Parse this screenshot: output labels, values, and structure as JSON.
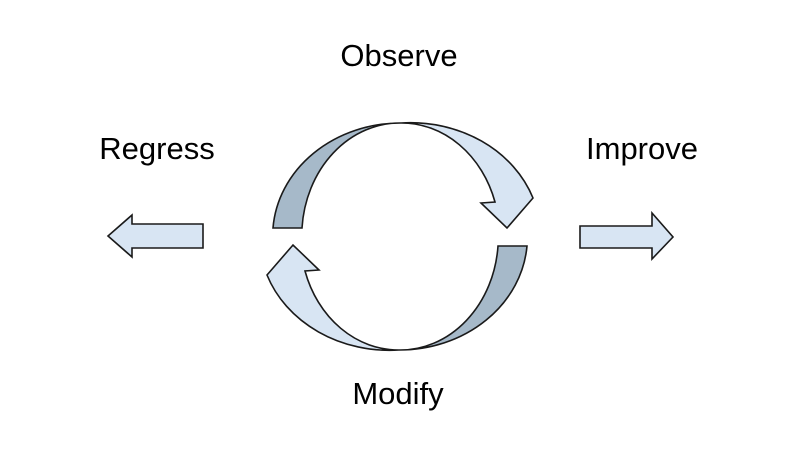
{
  "diagram": {
    "labels": {
      "top": "Observe",
      "left": "Regress",
      "right": "Improve",
      "bottom": "Modify"
    },
    "colors": {
      "background": "#ffffff",
      "text": "#000000",
      "fill_light": "#d8e5f3",
      "fill_dark": "#a6b9c9",
      "outline": "#1a1a1a"
    }
  }
}
